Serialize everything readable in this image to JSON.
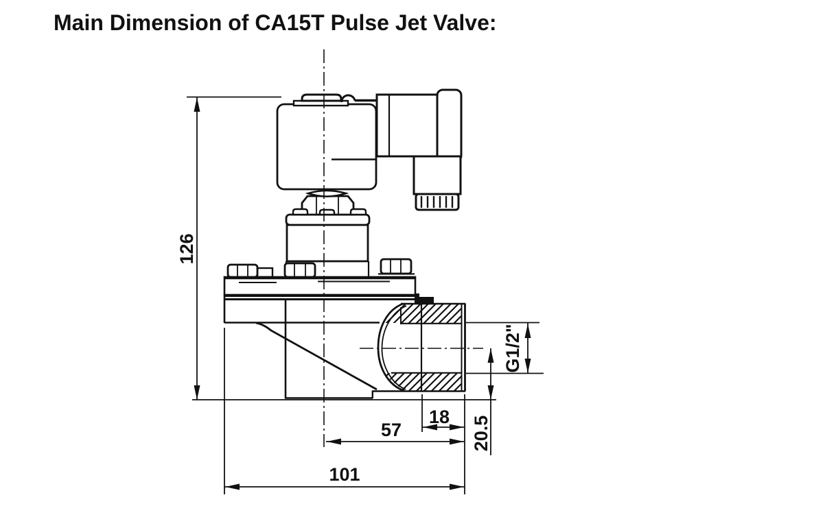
{
  "title": "Main Dimension of CA15T Pulse Jet Valve:",
  "dimensions": {
    "overall_height": "126",
    "center_to_port_end": "57",
    "thread_length": "18",
    "overall_length": "101",
    "port_center_height": "20.5",
    "port_thread": "G1/2\""
  },
  "colors": {
    "line": "#111111",
    "background": "#ffffff"
  }
}
